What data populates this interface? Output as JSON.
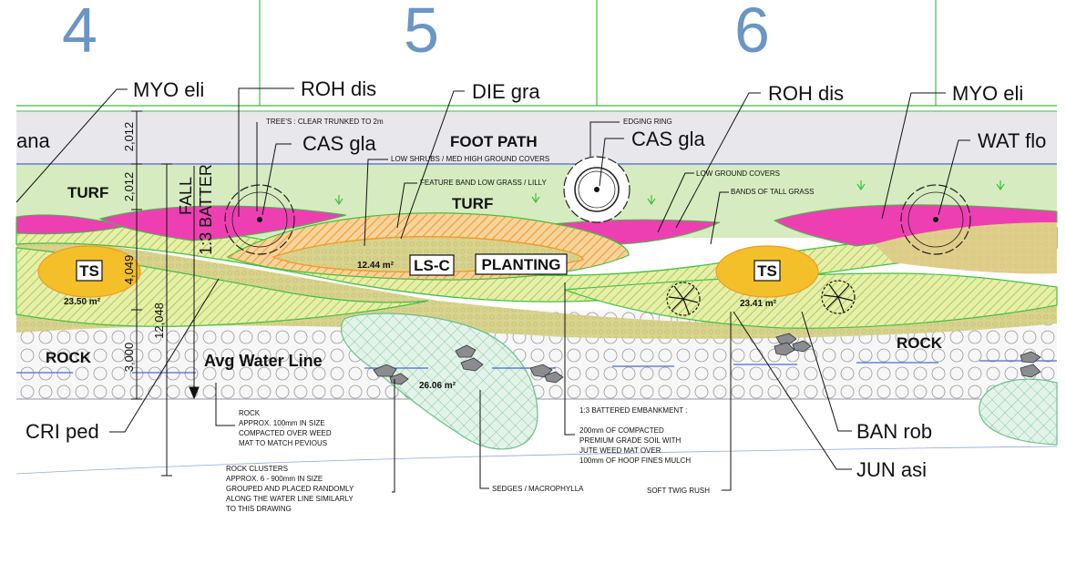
{
  "sheets": [
    "4",
    "5",
    "6"
  ],
  "species": {
    "myo_left": "MYO eli",
    "roh_left": "ROH dis",
    "die": "DIE gra",
    "roh_right": "ROH dis",
    "myo_right": "MYO eli",
    "cas_left": "CAS gla",
    "cas_right": "CAS gla",
    "wat": "WAT flo",
    "ana": "ana",
    "cri": "CRI ped",
    "ban": "BAN rob",
    "jun": "JUN asi"
  },
  "zones": {
    "foot_path": "FOOT PATH",
    "turf_left": "TURF",
    "turf_mid": "TURF",
    "rock_left": "ROCK",
    "rock_right": "ROCK",
    "avg_water": "Avg Water Line",
    "fall": "FALL",
    "batter": "1:3 BATTER"
  },
  "boxes": {
    "ts_left": "TS",
    "ts_right": "TS",
    "lsc": "LS-C",
    "planting": "PLANTING"
  },
  "areas": {
    "ts_left": "23.50 m²",
    "ts_right": "23.41 m²",
    "lsc": "12.44 m²",
    "rock_cluster": "26.06 m²"
  },
  "dimensions": [
    "2,012",
    "2,012",
    "4,049",
    "12,048",
    "3,000"
  ],
  "notes": {
    "trees": "TREE'S : CLEAR TRUNKED TO 2m",
    "edging": "EDGING RING",
    "low_shrubs": "LOW SHRUBS / MED HIGH GROUND COVERS",
    "feature_band": "FEATURE BAND LOW GRASS / LILLY",
    "low_ground": "LOW GROUND COVERS",
    "tall_grass": "BANDS OF TALL GRASS",
    "rock": [
      "ROCK",
      "APPROX. 100mm IN SIZE",
      "COMPACTED OVER WEED",
      "MAT TO MATCH PEVIOUS"
    ],
    "rock_clusters": [
      "ROCK CLUSTERS",
      "APPROX. 6 - 900mm IN SIZE",
      "GROUPED AND PLACED RANDOMLY",
      "ALONG THE WATER LINE SIMILARLY",
      "TO THIS DRAWING"
    ],
    "sedges": "SEDGES / MACROPHYLLA",
    "embankment": [
      "1:3 BATTERED EMBANKMENT :",
      "",
      "200mm OF COMPACTED",
      "PREMIUM GRADE SOIL WITH",
      "JUTE WEED MAT OVER",
      "100mm OF HOOP FINES MULCH"
    ],
    "twig_rush": "SOFT TWIG RUSH"
  },
  "colors": {
    "sheet_number": "#6a95c4",
    "turf": "#d6ecc0",
    "path": "#e8e8ec",
    "magenta": "#ee3fb2",
    "orange": "#f39a2a",
    "olive": "#d8d48e",
    "green_line": "#3fbf3f",
    "yellow": "#f3c02a"
  }
}
